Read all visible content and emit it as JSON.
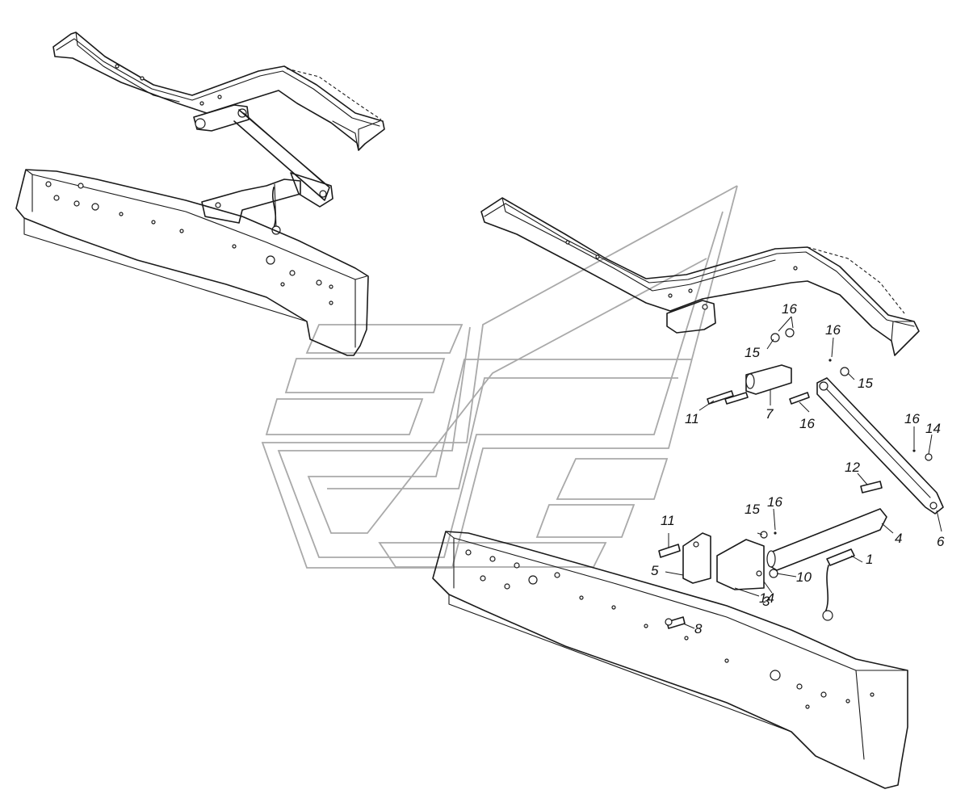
{
  "diagram": {
    "callouts": [
      {
        "id": "c1",
        "text": "1"
      },
      {
        "id": "c3",
        "text": "3"
      },
      {
        "id": "c4",
        "text": "4"
      },
      {
        "id": "c5",
        "text": "5"
      },
      {
        "id": "c6",
        "text": "6"
      },
      {
        "id": "c7",
        "text": "7"
      },
      {
        "id": "c8",
        "text": "8"
      },
      {
        "id": "c10",
        "text": "10"
      },
      {
        "id": "c11a",
        "text": "11"
      },
      {
        "id": "c11b",
        "text": "11"
      },
      {
        "id": "c12",
        "text": "12"
      },
      {
        "id": "c14a",
        "text": "14"
      },
      {
        "id": "c14b",
        "text": "14"
      },
      {
        "id": "c15a",
        "text": "15"
      },
      {
        "id": "c15b",
        "text": "15"
      },
      {
        "id": "c15c",
        "text": "15"
      },
      {
        "id": "c16a",
        "text": "16"
      },
      {
        "id": "c16b",
        "text": "16"
      },
      {
        "id": "c16c",
        "text": "16"
      },
      {
        "id": "c16d",
        "text": "16"
      },
      {
        "id": "c16e",
        "text": "16"
      }
    ]
  },
  "colors": {
    "line": "#1a1a1a",
    "watermark": "#a9a9a9",
    "background": "#ffffff"
  }
}
